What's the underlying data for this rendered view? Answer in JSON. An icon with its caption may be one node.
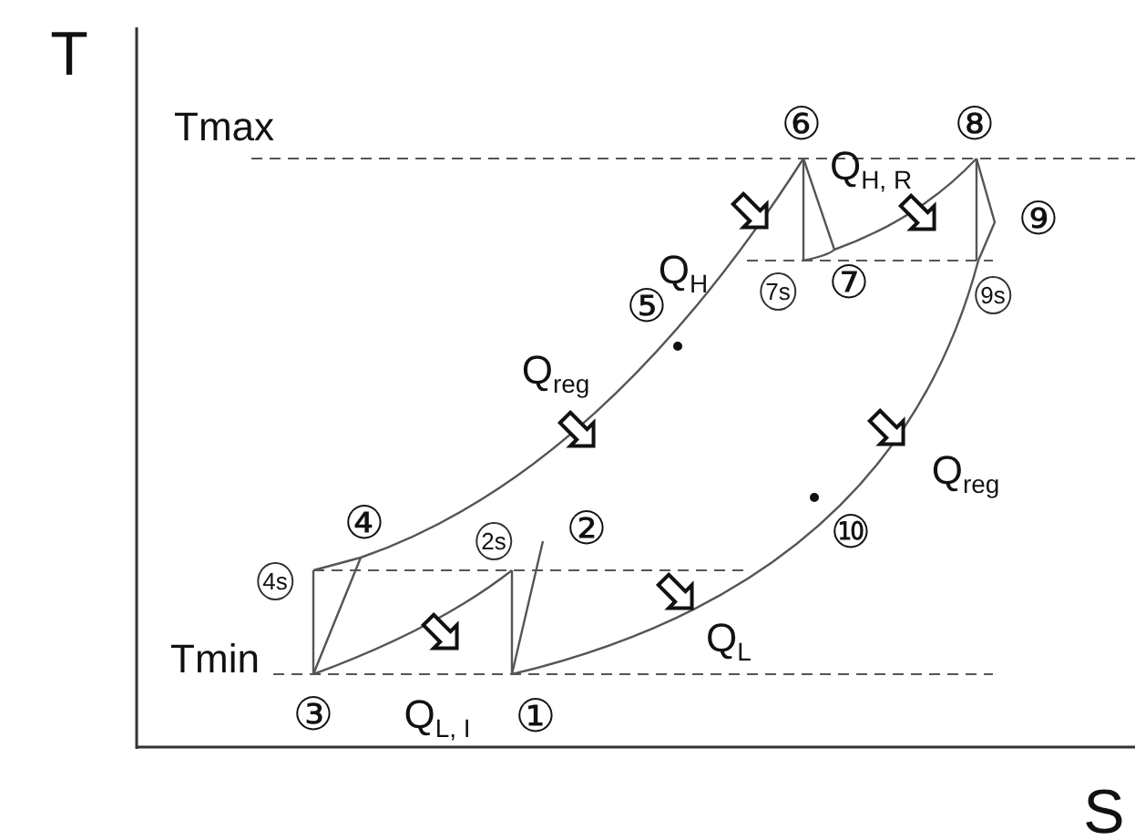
{
  "diagram": {
    "labels": [
      "T",
      "Tmax",
      "⑥",
      "⑧",
      "Q$_{H, R}$",
      "Q$_{H}$",
      "⑨",
      "7s",
      "⑦",
      "9s",
      "⑤",
      "Q$_{reg}$",
      "Q$_{reg}$",
      "④",
      "⑩",
      "2s",
      "②",
      "4s",
      "Q$_{L}$",
      "Tmin",
      "③",
      "Q$_{L, I}$",
      "①",
      "S"
    ]
  }
}
